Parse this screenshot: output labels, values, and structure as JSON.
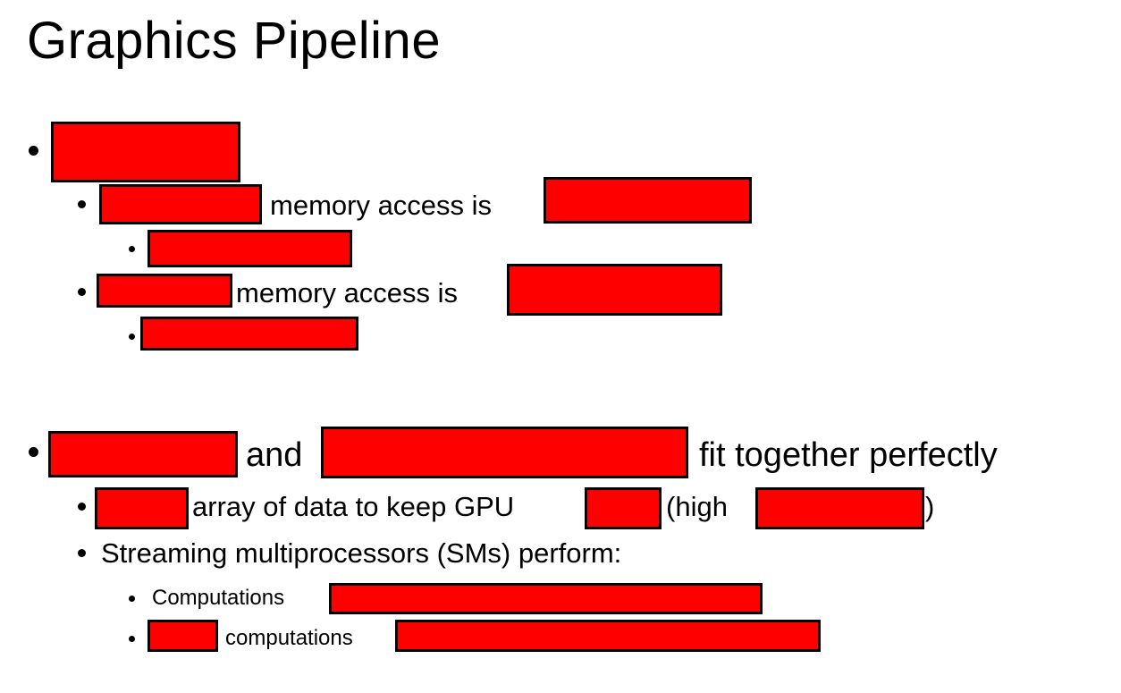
{
  "slide": {
    "title": "Graphics Pipeline",
    "texts": {
      "line2_text": "memory access is",
      "line4_text": "memory access is",
      "line6_and": "and",
      "line6_tail": "fit together perfectly",
      "line7_a": "array of data to keep GPU",
      "line7_b": "(high",
      "line7_c": ")",
      "line8": "Streaming multiprocessors (SMs) perform:",
      "line9": "Computations",
      "line10": "computations"
    },
    "colors": {
      "redaction_fill": "#ff0000",
      "redaction_border": "#000000",
      "text": "#000000",
      "background": "#ffffff"
    }
  }
}
